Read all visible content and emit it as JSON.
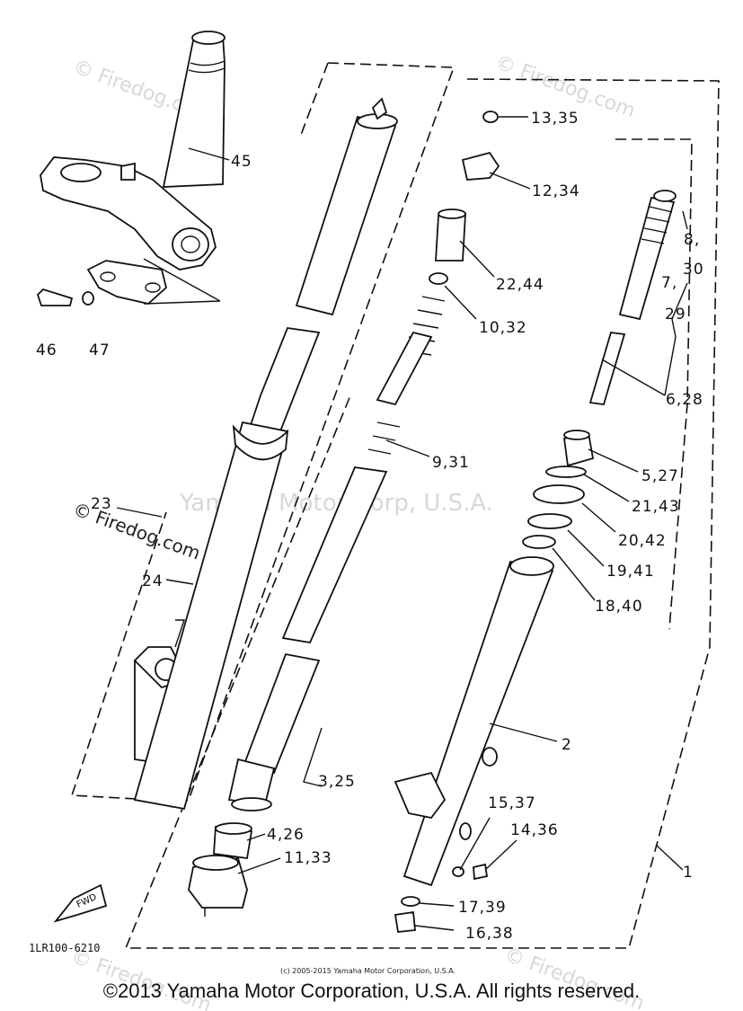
{
  "watermarks": {
    "firedog": "© Firedog.com",
    "center": "Yamaha Motor Corp, U.S.A."
  },
  "parts": {
    "p1": "1",
    "p2": "2",
    "p3_25": "3,25",
    "p4_26": "4,26",
    "p5_27": "5,27",
    "p6_28": "6,28",
    "p7": "7,",
    "p8": "8,",
    "p29": "29",
    "p30": "30",
    "p9_31": "9,31",
    "p10_32": "10,32",
    "p11_33": "11,33",
    "p12_34": "12,34",
    "p13_35": "13,35",
    "p14_36": "14,36",
    "p15_37": "15,37",
    "p16_38": "16,38",
    "p17_39": "17,39",
    "p18_40": "18,40",
    "p19_41": "19,41",
    "p20_42": "20,42",
    "p21_43": "21,43",
    "p22_44": "22,44",
    "p23": "23",
    "p24": "24",
    "p45": "45",
    "p46": "46",
    "p47": "47"
  },
  "fwd_label": "FWD",
  "diagram_code": "1LR100-6210",
  "small_copyright": "(c) 2005-2015 Yamaha Motor Corporation, U.S.A.",
  "copyright": "©2013 Yamaha Motor Corporation, U.S.A. All rights reserved."
}
